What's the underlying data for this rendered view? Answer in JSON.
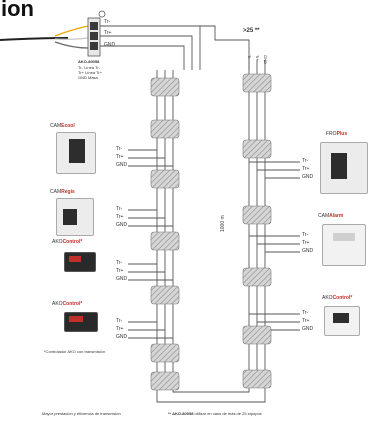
{
  "title_fragment": "ion",
  "converter": {
    "model": "AKO-80058",
    "terminals": [
      "Tr-",
      "Tr+",
      "GND"
    ],
    "legend": [
      "Tr- Línea Tr-",
      "Tr+ Línea Tr+",
      "GND Masa"
    ]
  },
  "bus_right_label": ">25 **",
  "bus_right_terminals": [
    "Tr-",
    "Tr+",
    "GND"
  ],
  "length_label": "1000 m",
  "terminal_labels": [
    "Tr-",
    "Tr+",
    "GND"
  ],
  "devices_left": [
    {
      "brand": "CAM",
      "model": "Ecool"
    },
    {
      "brand": "CAM",
      "model": "Regis"
    },
    {
      "brand": "AKO",
      "model": "Control*"
    },
    {
      "brand": "AKO",
      "model": "Control*"
    }
  ],
  "devices_right": [
    {
      "brand": "FRO",
      "model": "Plus"
    },
    {
      "brand": "CAM",
      "model": "Alarm"
    },
    {
      "brand": "AKO",
      "model": "Control*"
    }
  ],
  "footnote_left": "*Controlador AKO con transmisión",
  "footnote_bottom_left": "Mayor prestación y eficiencia de transmisión",
  "footnote_bottom_right": "** AKO-80058 ",
  "footnote_bottom_right_rest": "utilizar en caso de más de 25 equipos",
  "colors": {
    "wire": "#555555",
    "ferrite": "#bdbdbd",
    "accent": "#c0302a",
    "cable_orange": "#f0a500"
  }
}
